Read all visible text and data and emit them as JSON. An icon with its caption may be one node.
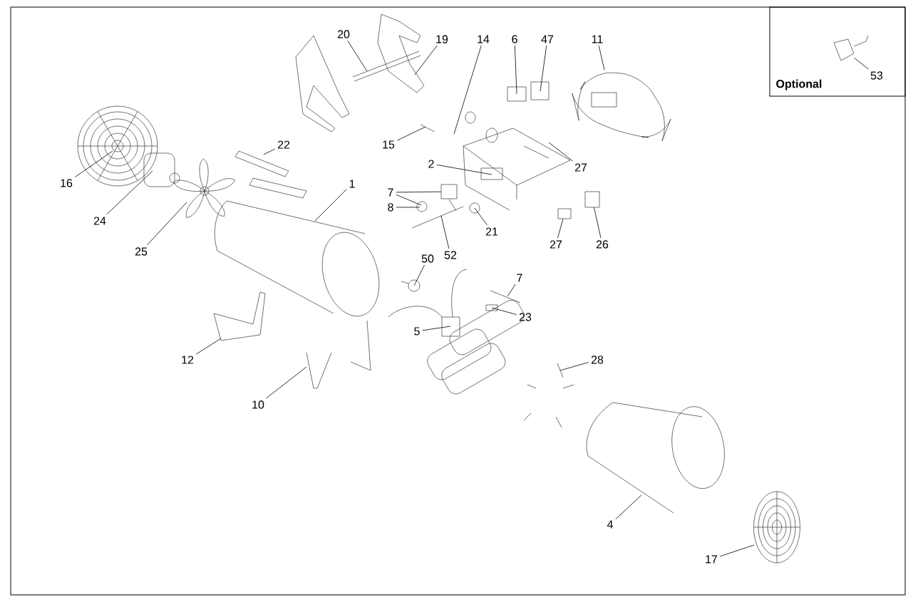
{
  "diagram": {
    "nodes": [
      {
        "text": [
          "20"
        ]
      },
      {
        "text": [
          "19"
        ]
      },
      {
        "text": [
          "14"
        ]
      },
      {
        "text": [
          "6"
        ]
      },
      {
        "text": [
          "47"
        ]
      },
      {
        "text": [
          "11"
        ]
      },
      {
        "text": [
          "Optional"
        ]
      },
      {
        "text": [
          "53"
        ],
        "in": 6
      },
      {
        "text": [],
        "shape": "picture",
        "in": 6
      },
      {
        "text": [
          "16"
        ]
      },
      {
        "text": [
          "22"
        ]
      },
      {
        "text": [
          "15"
        ]
      },
      {
        "text": [
          "2"
        ]
      },
      {
        "text": [
          "27"
        ]
      },
      {
        "text": [
          "1"
        ]
      },
      {
        "text": [
          "24"
        ]
      },
      {
        "text": [
          "7"
        ]
      },
      {
        "text": [
          "8"
        ]
      },
      {
        "text": [
          "21"
        ]
      },
      {
        "text": [
          "25"
        ]
      },
      {
        "text": [
          "52"
        ]
      },
      {
        "text": [
          "27"
        ]
      },
      {
        "text": [
          "26"
        ]
      },
      {
        "text": [
          "50"
        ]
      },
      {
        "text": [
          "7"
        ]
      },
      {
        "text": [
          "23"
        ]
      },
      {
        "text": [
          "5"
        ]
      },
      {
        "text": [
          "12"
        ]
      },
      {
        "text": [
          "28"
        ]
      },
      {
        "text": [
          "10"
        ]
      },
      {
        "text": [
          "4"
        ]
      },
      {
        "text": [
          "17"
        ]
      },
      {
        "text": [],
        "shape": "box"
      },
      {
        "text": [],
        "shape": "box"
      },
      {
        "text": [],
        "shape": "box"
      }
    ],
    "edges": [
      {
        "from": 0,
        "to": null,
        "arrow": "none"
      },
      {
        "from": 1,
        "to": null,
        "arrow": "none"
      },
      {
        "from": 2,
        "to": null,
        "arrow": "none"
      },
      {
        "from": 3,
        "to": null,
        "arrow": "none"
      },
      {
        "from": 4,
        "to": null,
        "arrow": "none"
      },
      {
        "from": 5,
        "to": null,
        "arrow": "none"
      },
      {
        "from": 7,
        "to": 8,
        "arrow": "none"
      },
      {
        "from": 9,
        "to": null,
        "arrow": "none"
      },
      {
        "from": 10,
        "to": null,
        "arrow": "none"
      },
      {
        "from": 11,
        "to": null,
        "arrow": "none"
      },
      {
        "from": 12,
        "to": null,
        "arrow": "none"
      },
      {
        "from": 13,
        "to": null,
        "arrow": "none"
      },
      {
        "from": 14,
        "to": null,
        "arrow": "none"
      },
      {
        "from": 15,
        "to": null,
        "arrow": "none"
      },
      {
        "from": 16,
        "to": 32,
        "arrow": "none"
      },
      {
        "from": 16,
        "to": null,
        "arrow": "none"
      },
      {
        "from": 17,
        "to": null,
        "arrow": "none"
      },
      {
        "from": 18,
        "to": null,
        "arrow": "none"
      },
      {
        "from": 19,
        "to": null,
        "arrow": "none"
      },
      {
        "from": 20,
        "to": null,
        "arrow": "none"
      },
      {
        "from": 21,
        "to": 33,
        "arrow": "none"
      },
      {
        "from": 22,
        "to": 34,
        "arrow": "none"
      },
      {
        "from": 23,
        "to": null,
        "arrow": "none"
      },
      {
        "from": 24,
        "to": null,
        "arrow": "none"
      },
      {
        "from": 25,
        "to": null,
        "arrow": "none"
      },
      {
        "from": 26,
        "to": null,
        "arrow": "none"
      },
      {
        "from": 27,
        "to": null,
        "arrow": "none"
      },
      {
        "from": 28,
        "to": null,
        "arrow": "none"
      },
      {
        "from": 29,
        "to": null,
        "arrow": "none"
      },
      {
        "from": 30,
        "to": null,
        "arrow": "none"
      },
      {
        "from": 31,
        "to": null,
        "arrow": "none"
      }
    ]
  }
}
